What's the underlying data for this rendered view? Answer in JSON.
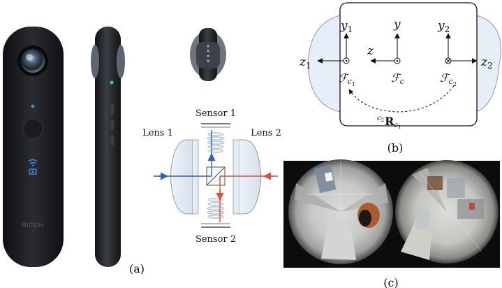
{
  "figure": {
    "panel_a": {
      "caption": "(a)",
      "brand": "RICOH",
      "sensor_top": "Sensor 1",
      "sensor_bottom": "Sensor 2",
      "lens_left": "Lens 1",
      "lens_right": "Lens 2"
    },
    "panel_b": {
      "caption": "(b)",
      "labels": {
        "y1": "y",
        "y1_sub": "1",
        "y": "y",
        "y2": "y",
        "y2_sub": "2",
        "z": "z",
        "z1": "z",
        "z1_sub": "1",
        "z2": "z",
        "z2_sub": "2",
        "Fc1": "ℱ",
        "Fc1_sub": "c",
        "Fc1_subsub": "1",
        "Fc": "ℱ",
        "Fc_sub": "c",
        "Fc2": "ℱ",
        "Fc2_sub": "c",
        "Fc2_subsub": "2",
        "rotation_pre_sup": "c",
        "rotation_pre_sup_sub": "2",
        "rotation_R": "R",
        "rotation_sub": "c",
        "rotation_sub_sub": "1"
      }
    },
    "panel_c": {
      "caption": "(c)"
    },
    "colors": {
      "camera_body": "#1b1d21",
      "accent_blue": "#2a63c7",
      "accent_red": "#e34b3a",
      "ink": "#111111"
    }
  }
}
